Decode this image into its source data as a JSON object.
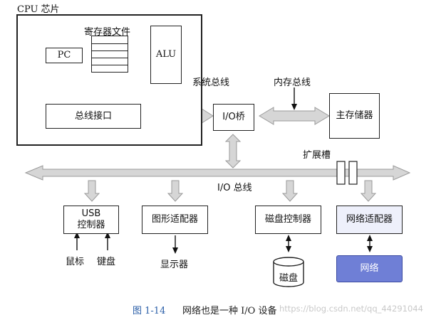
{
  "cpu": {
    "title": "CPU 芯片",
    "regfile_label": "寄存器文件",
    "pc": "PC",
    "alu": "ALU",
    "bus_interface": "总线接口"
  },
  "buses": {
    "system_bus": "系统总线",
    "memory_bus": "内存总线",
    "io_bus": "I/O 总线"
  },
  "io_bridge": "I/O桥",
  "main_memory": "主存储器",
  "expansion_slots": "扩展槽",
  "controllers": {
    "usb": "USB\n控制器",
    "graphics": "图形适配器",
    "disk_ctrl": "磁盘控制器",
    "network_adapter": "网络适配器"
  },
  "devices": {
    "mouse": "鼠标",
    "keyboard": "键盘",
    "display": "显示器",
    "disk": "磁盘",
    "network": "网络"
  },
  "caption": {
    "number": "图 1-14",
    "text": "网络也是一种 I/O 设备"
  },
  "watermark": "https://blog.csdn.net/qq_44291044",
  "colors": {
    "bus_fill": "#d6d6d6",
    "bus_stroke": "#9a9a9a",
    "network_box_fill": "#6f7fd6",
    "network_adapter_fill": "#eef0fb",
    "caption_color": "#2b5fa8"
  }
}
